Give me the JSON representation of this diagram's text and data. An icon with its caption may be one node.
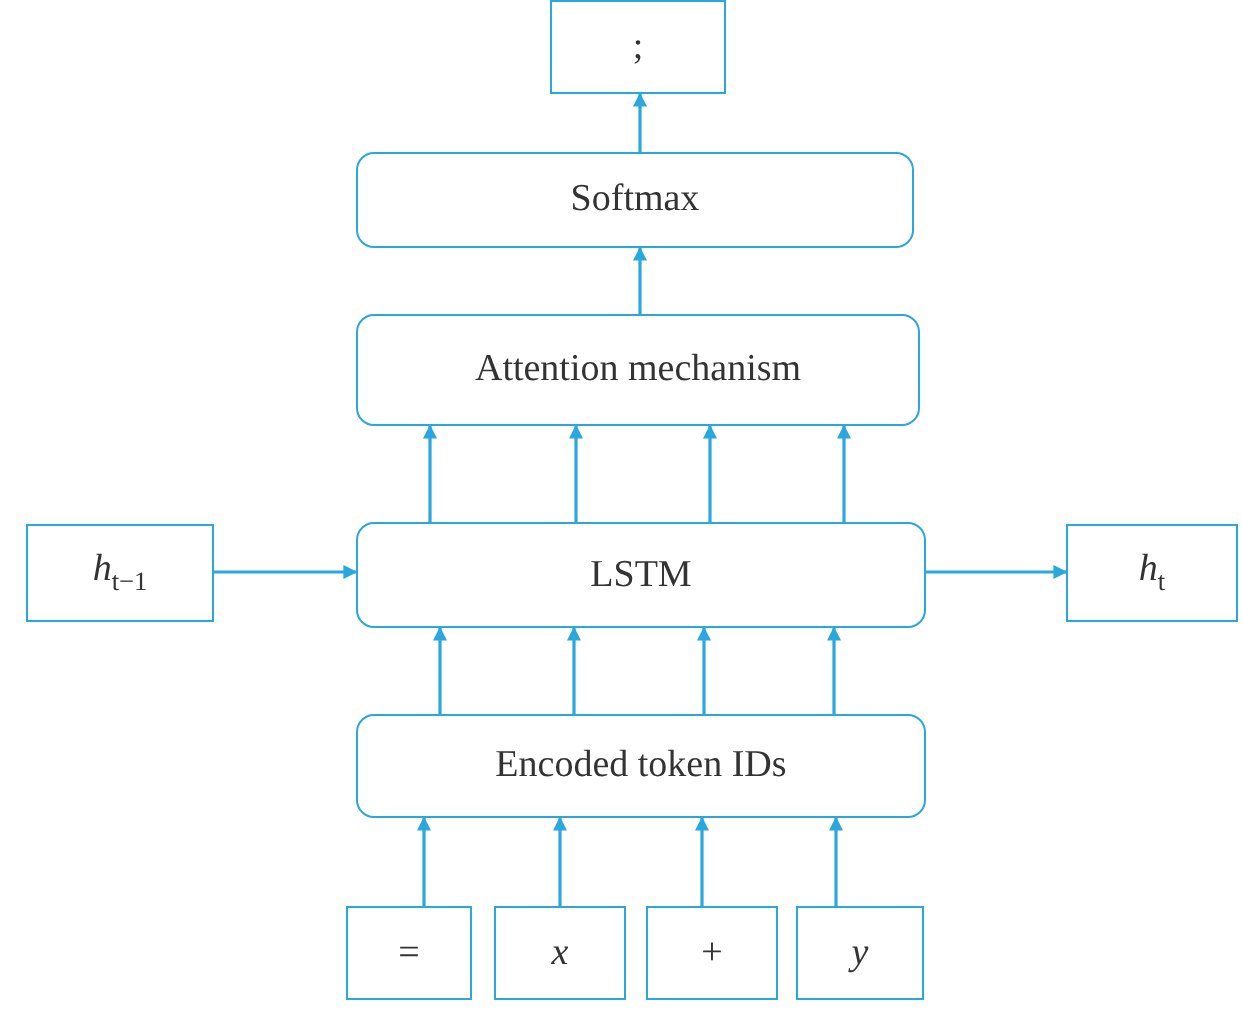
{
  "diagram": {
    "nodes": [
      {
        "text": [
          ";"
        ]
      },
      {
        "text": [
          "Softmax"
        ]
      },
      {
        "text": [
          "Attention mechanism"
        ]
      },
      {
        "text": [
          "*h*$_{t−1}$"
        ]
      },
      {
        "text": [
          "LSTM"
        ]
      },
      {
        "text": [
          "*h*$_{t}$"
        ]
      },
      {
        "text": [
          "Encoded token IDs"
        ]
      },
      {
        "text": [
          "="
        ]
      },
      {
        "text": [
          "x"
        ]
      },
      {
        "text": [
          "+"
        ]
      },
      {
        "text": [
          "y"
        ]
      }
    ],
    "edges": [
      {
        "from": 1,
        "to": 0,
        "arrow": "to"
      },
      {
        "from": 2,
        "to": 1,
        "arrow": "to"
      },
      {
        "from": 4,
        "to": 2,
        "arrow": "to"
      },
      {
        "from": 4,
        "to": 2,
        "arrow": "to"
      },
      {
        "from": 4,
        "to": 2,
        "arrow": "to"
      },
      {
        "from": 4,
        "to": 2,
        "arrow": "to"
      },
      {
        "from": 3,
        "to": 4,
        "arrow": "to"
      },
      {
        "from": 4,
        "to": 5,
        "arrow": "to"
      },
      {
        "from": 6,
        "to": 4,
        "arrow": "to"
      },
      {
        "from": 6,
        "to": 4,
        "arrow": "to"
      },
      {
        "from": 6,
        "to": 4,
        "arrow": "to"
      },
      {
        "from": 6,
        "to": 4,
        "arrow": "to"
      },
      {
        "from": 7,
        "to": 6,
        "arrow": "to"
      },
      {
        "from": 8,
        "to": 6,
        "arrow": "to"
      },
      {
        "from": 9,
        "to": 6,
        "arrow": "to"
      },
      {
        "from": 10,
        "to": 6,
        "arrow": "to"
      }
    ]
  }
}
